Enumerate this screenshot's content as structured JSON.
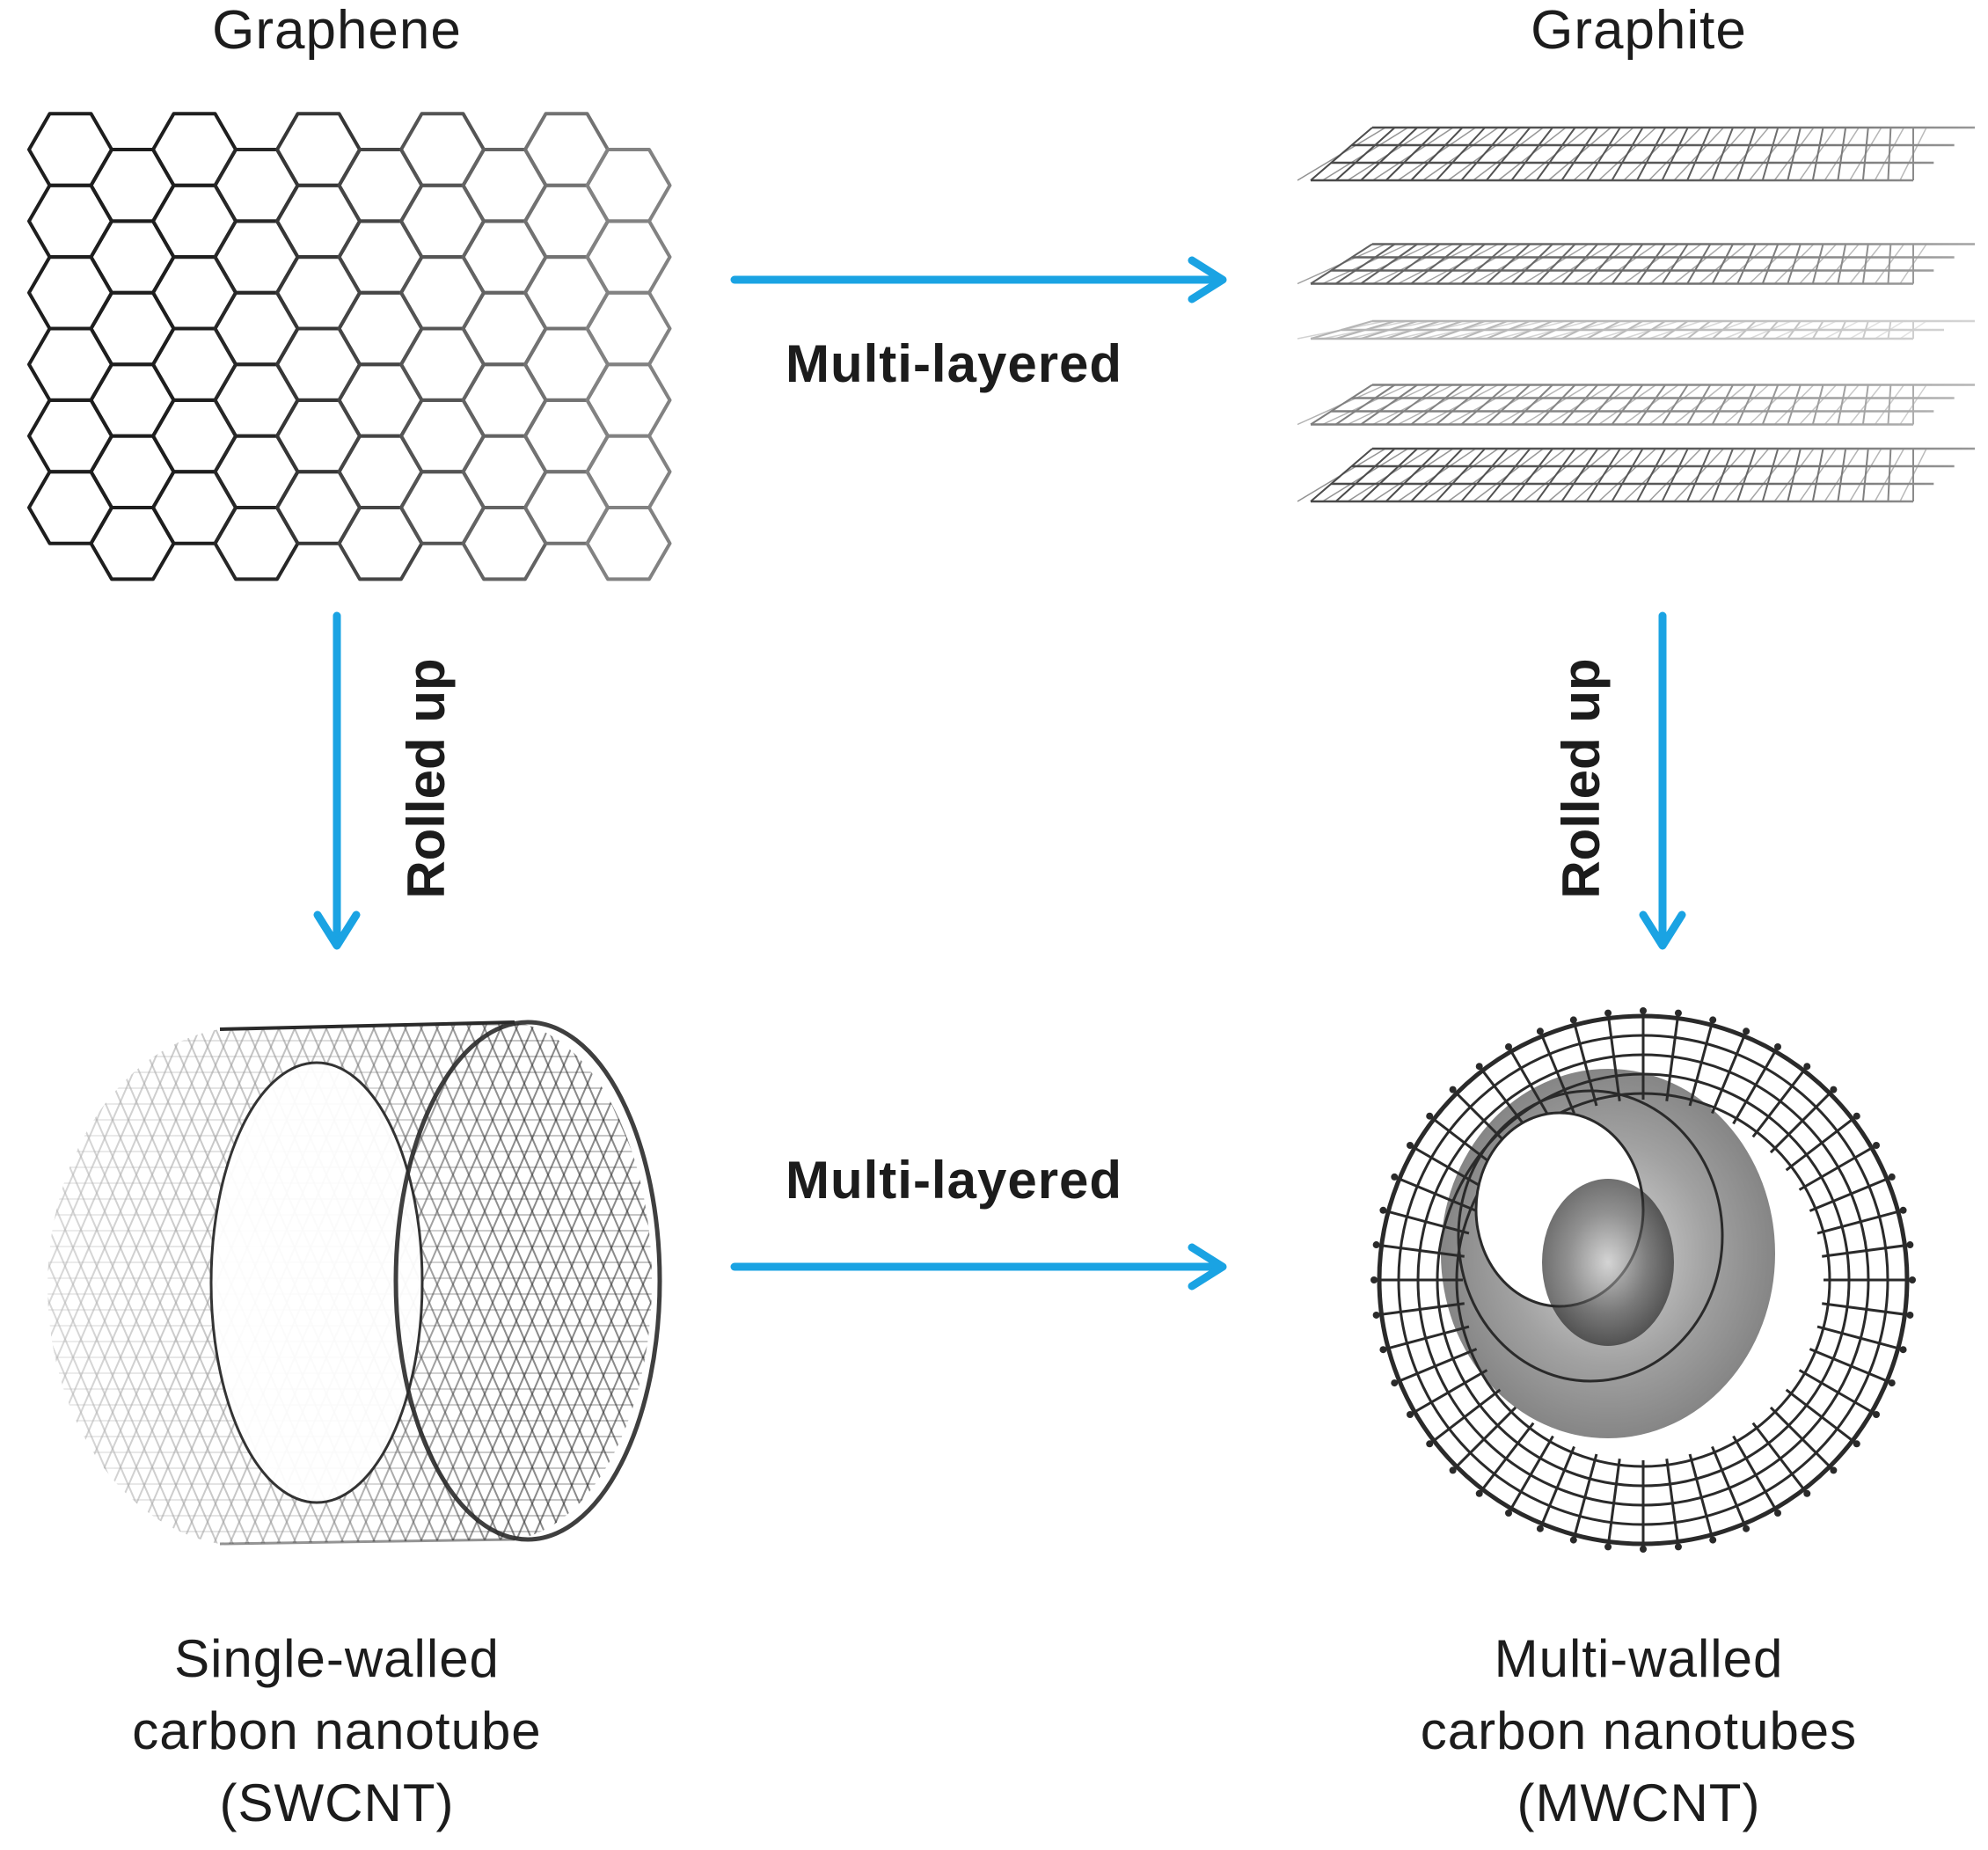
{
  "labels": {
    "graphene": "Graphene",
    "graphite": "Graphite",
    "multi_layered_top": "Multi-layered",
    "multi_layered_bottom": "Multi-layered",
    "rolled_up_left": "Rolled up",
    "rolled_up_right": "Rolled up"
  },
  "captions": {
    "swcnt": [
      "Single-walled",
      "carbon nanotube",
      "(SWCNT)"
    ],
    "mwcnt": [
      "Multi-walled",
      "carbon nanotubes",
      "(MWCNT)"
    ]
  },
  "colors": {
    "arrow": "#1aa3e3",
    "lattice": "#2a2a2a",
    "text": "#1c1c1c"
  }
}
